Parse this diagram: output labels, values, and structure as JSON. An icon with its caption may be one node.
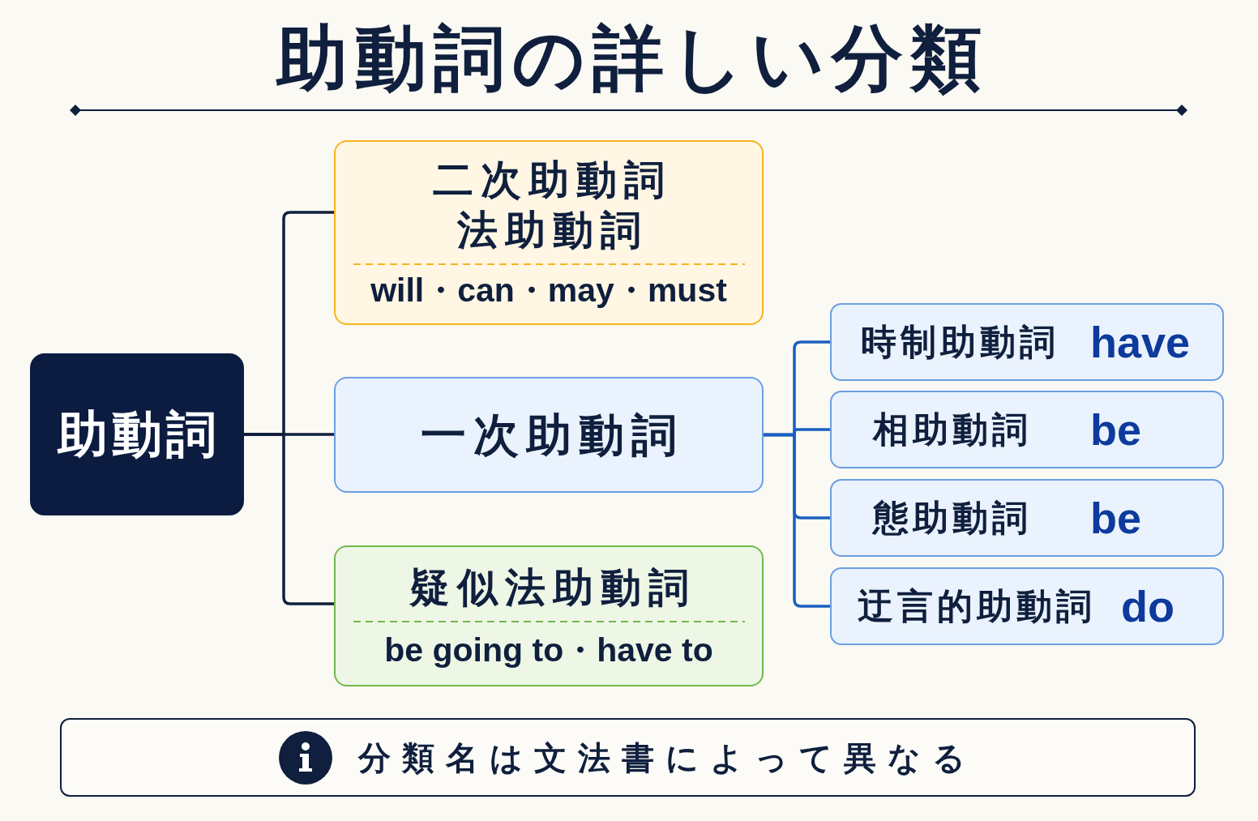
{
  "diagram": {
    "title": "助動詞の詳しい分類",
    "nodes": [
      {
        "text": [
          "助動詞"
        ]
      },
      {
        "text": [
          "二次助動詞",
          "法助動詞",
          "will・can・may・must"
        ]
      },
      {
        "text": [
          "一次助動詞"
        ]
      },
      {
        "text": [
          "疑似法助動詞",
          "be going to・have to"
        ]
      },
      {
        "text": [
          "時制助動詞",
          "have"
        ]
      },
      {
        "text": [
          "相助動詞",
          "be"
        ]
      },
      {
        "text": [
          "態助動詞",
          "be"
        ]
      },
      {
        "text": [
          "迂言的助動詞",
          "do"
        ]
      },
      {
        "text": [
          "分類名は文法書によって異なる"
        ]
      }
    ],
    "edges": [
      {
        "from": 0,
        "to": 1,
        "arrow": "none",
        "color": "#0f1f3d"
      },
      {
        "from": 0,
        "to": 2,
        "arrow": "none",
        "color": "#0f1f3d"
      },
      {
        "from": 0,
        "to": 3,
        "arrow": "none",
        "color": "#0f1f3d"
      },
      {
        "from": 2,
        "to": 4,
        "arrow": "none"
      },
      {
        "from": 2,
        "to": 5,
        "arrow": "none"
      },
      {
        "from": 2,
        "to": 6,
        "arrow": "none"
      },
      {
        "from": 2,
        "to": 7,
        "arrow": "none"
      }
    ]
  }
}
